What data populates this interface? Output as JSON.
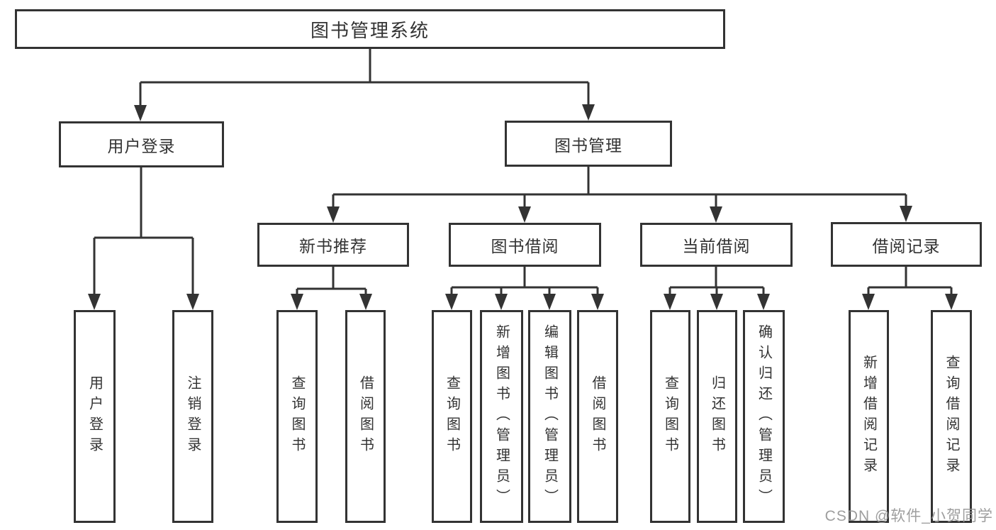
{
  "diagram_title": "图书管理系统",
  "nodes": {
    "root": "图书管理系统",
    "level2": [
      "用户登录",
      "图书管理"
    ],
    "level3": [
      "新书推荐",
      "图书借阅",
      "当前借阅",
      "借阅记录"
    ],
    "level4": [
      "用户登录",
      "注销登录",
      "查询图书",
      "借阅图书",
      "查询图书",
      "新增图书（管理员）",
      "编辑图书（管理员）",
      "借阅图书",
      "查询图书",
      "归还图书",
      "确认归还（管理员）",
      "新增借阅记录",
      "查询借阅记录"
    ]
  },
  "hierarchy": {
    "图书管理系统": [
      "用户登录",
      "图书管理"
    ],
    "用户登录": [
      "用户登录",
      "注销登录"
    ],
    "图书管理": [
      "新书推荐",
      "图书借阅",
      "当前借阅",
      "借阅记录"
    ],
    "新书推荐": [
      "查询图书",
      "借阅图书"
    ],
    "图书借阅": [
      "查询图书",
      "新增图书（管理员）",
      "编辑图书（管理员）",
      "借阅图书"
    ],
    "当前借阅": [
      "查询图书",
      "归还图书",
      "确认归还（管理员）"
    ],
    "借阅记录": [
      "新增借阅记录",
      "查询借阅记录"
    ]
  },
  "watermark": {
    "text": "CSDN @软件_小贺同学"
  },
  "colors": {
    "line": "#333333",
    "box_border": "#333333",
    "text": "#333333",
    "background": "#ffffff",
    "watermark": "#949494"
  }
}
